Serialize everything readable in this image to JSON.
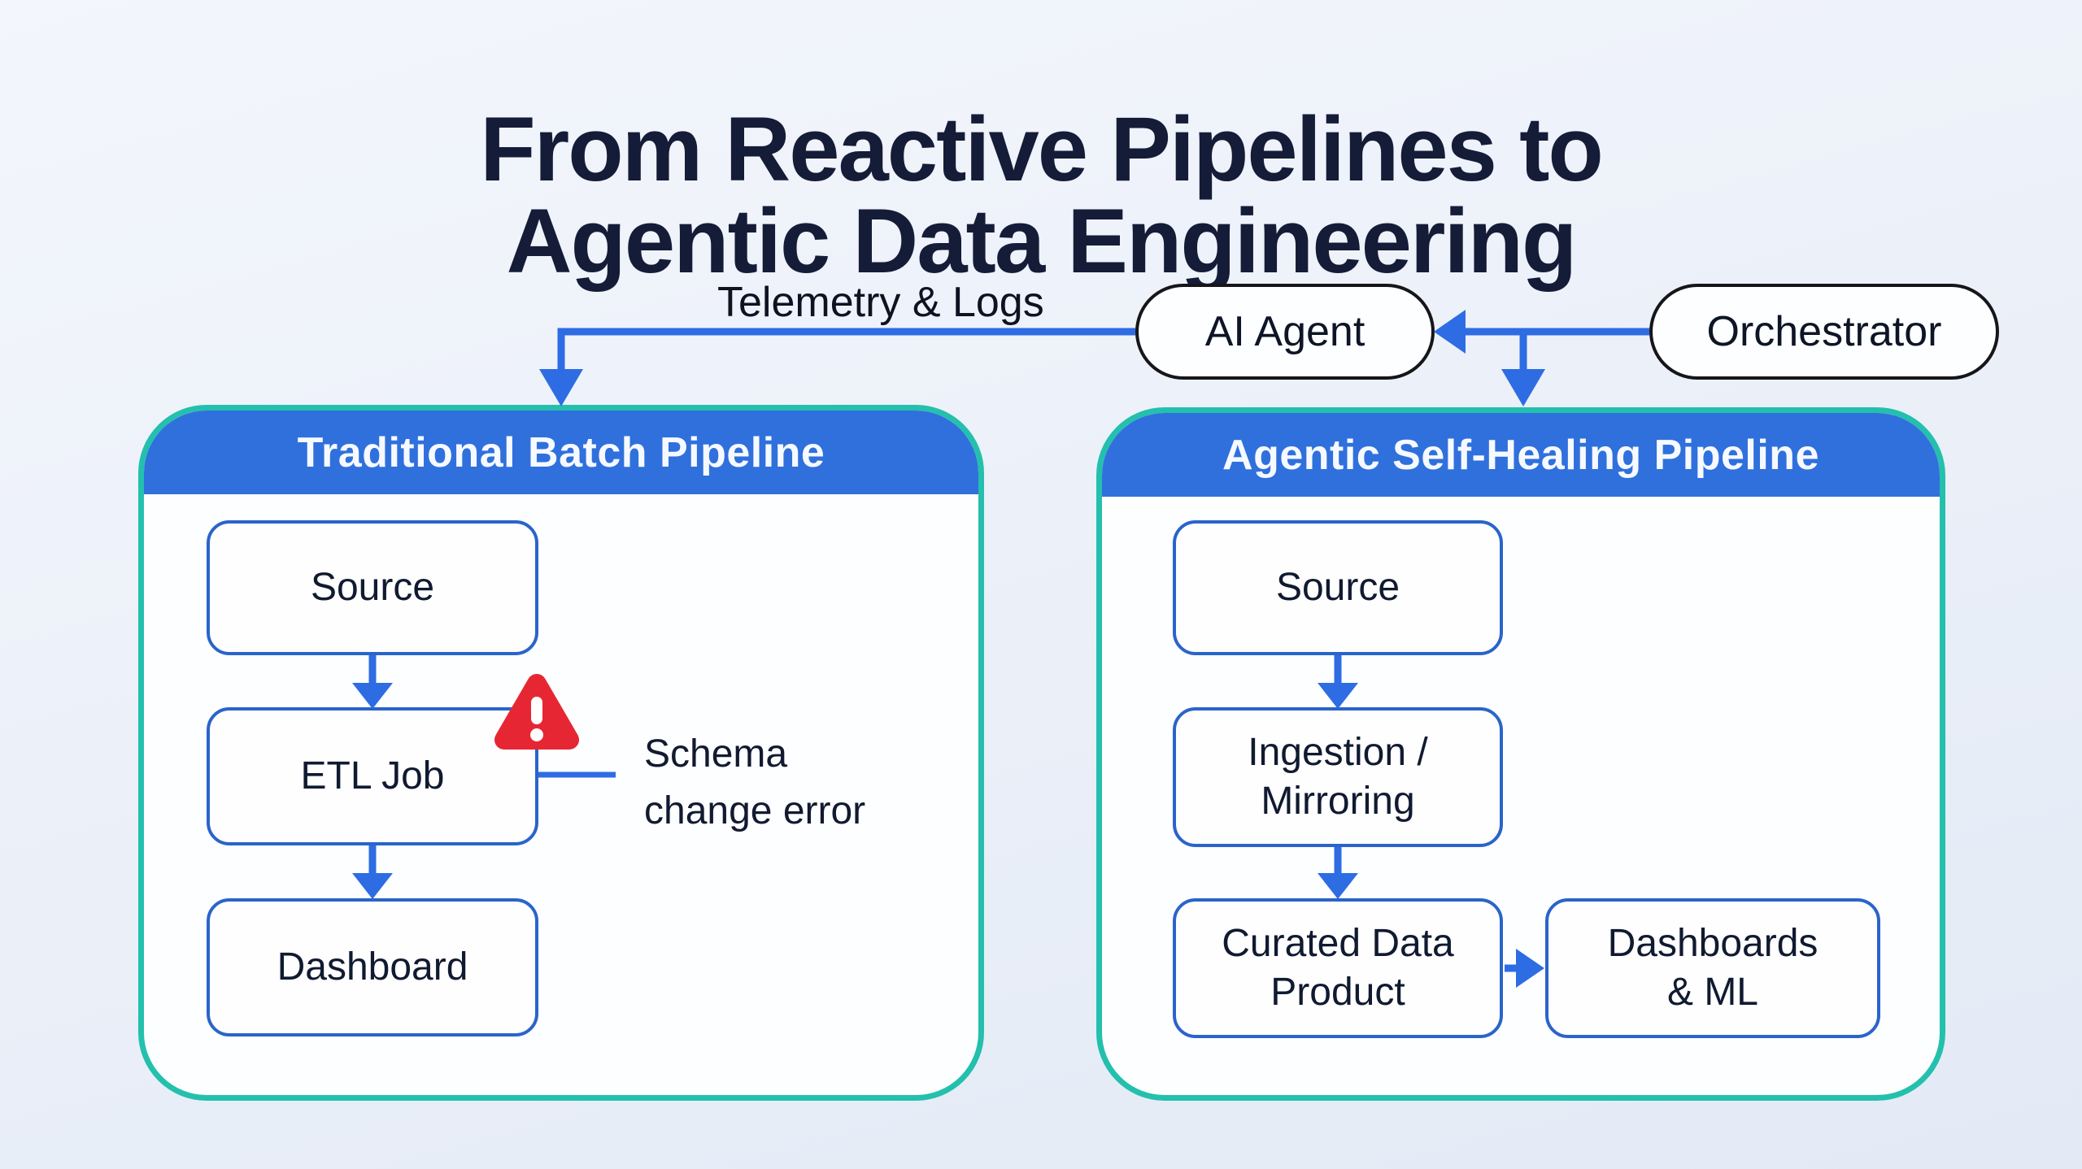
{
  "title": {
    "text": "From Reactive Pipelines to\nAgentic Data Engineering"
  },
  "top_flow": {
    "telemetry_label": "Telemetry & Logs",
    "ai_agent_label": "AI Agent",
    "orchestrator_label": "Orchestrator"
  },
  "left_panel": {
    "header": "Traditional Batch Pipeline",
    "nodes": [
      "Source",
      "ETL Job",
      "Dashboard"
    ],
    "error_note": "Schema\nchange error",
    "warning_icon": "alert-triangle-icon"
  },
  "right_panel": {
    "header": "Agentic Self-Healing Pipeline",
    "nodes": [
      "Source",
      "Ingestion /\nMirroring",
      "Curated Data\nProduct",
      "Dashboards\n& ML"
    ]
  },
  "colors": {
    "background": "#edf1f9",
    "title_navy": "#151c38",
    "arrow_blue": "#2e6ce3",
    "header_blue": "#2f70dd",
    "panel_border_teal": "#23c0ad",
    "node_border_blue": "#2a64cb",
    "pill_border_black": "#16161a",
    "alert_red": "#e62733"
  }
}
